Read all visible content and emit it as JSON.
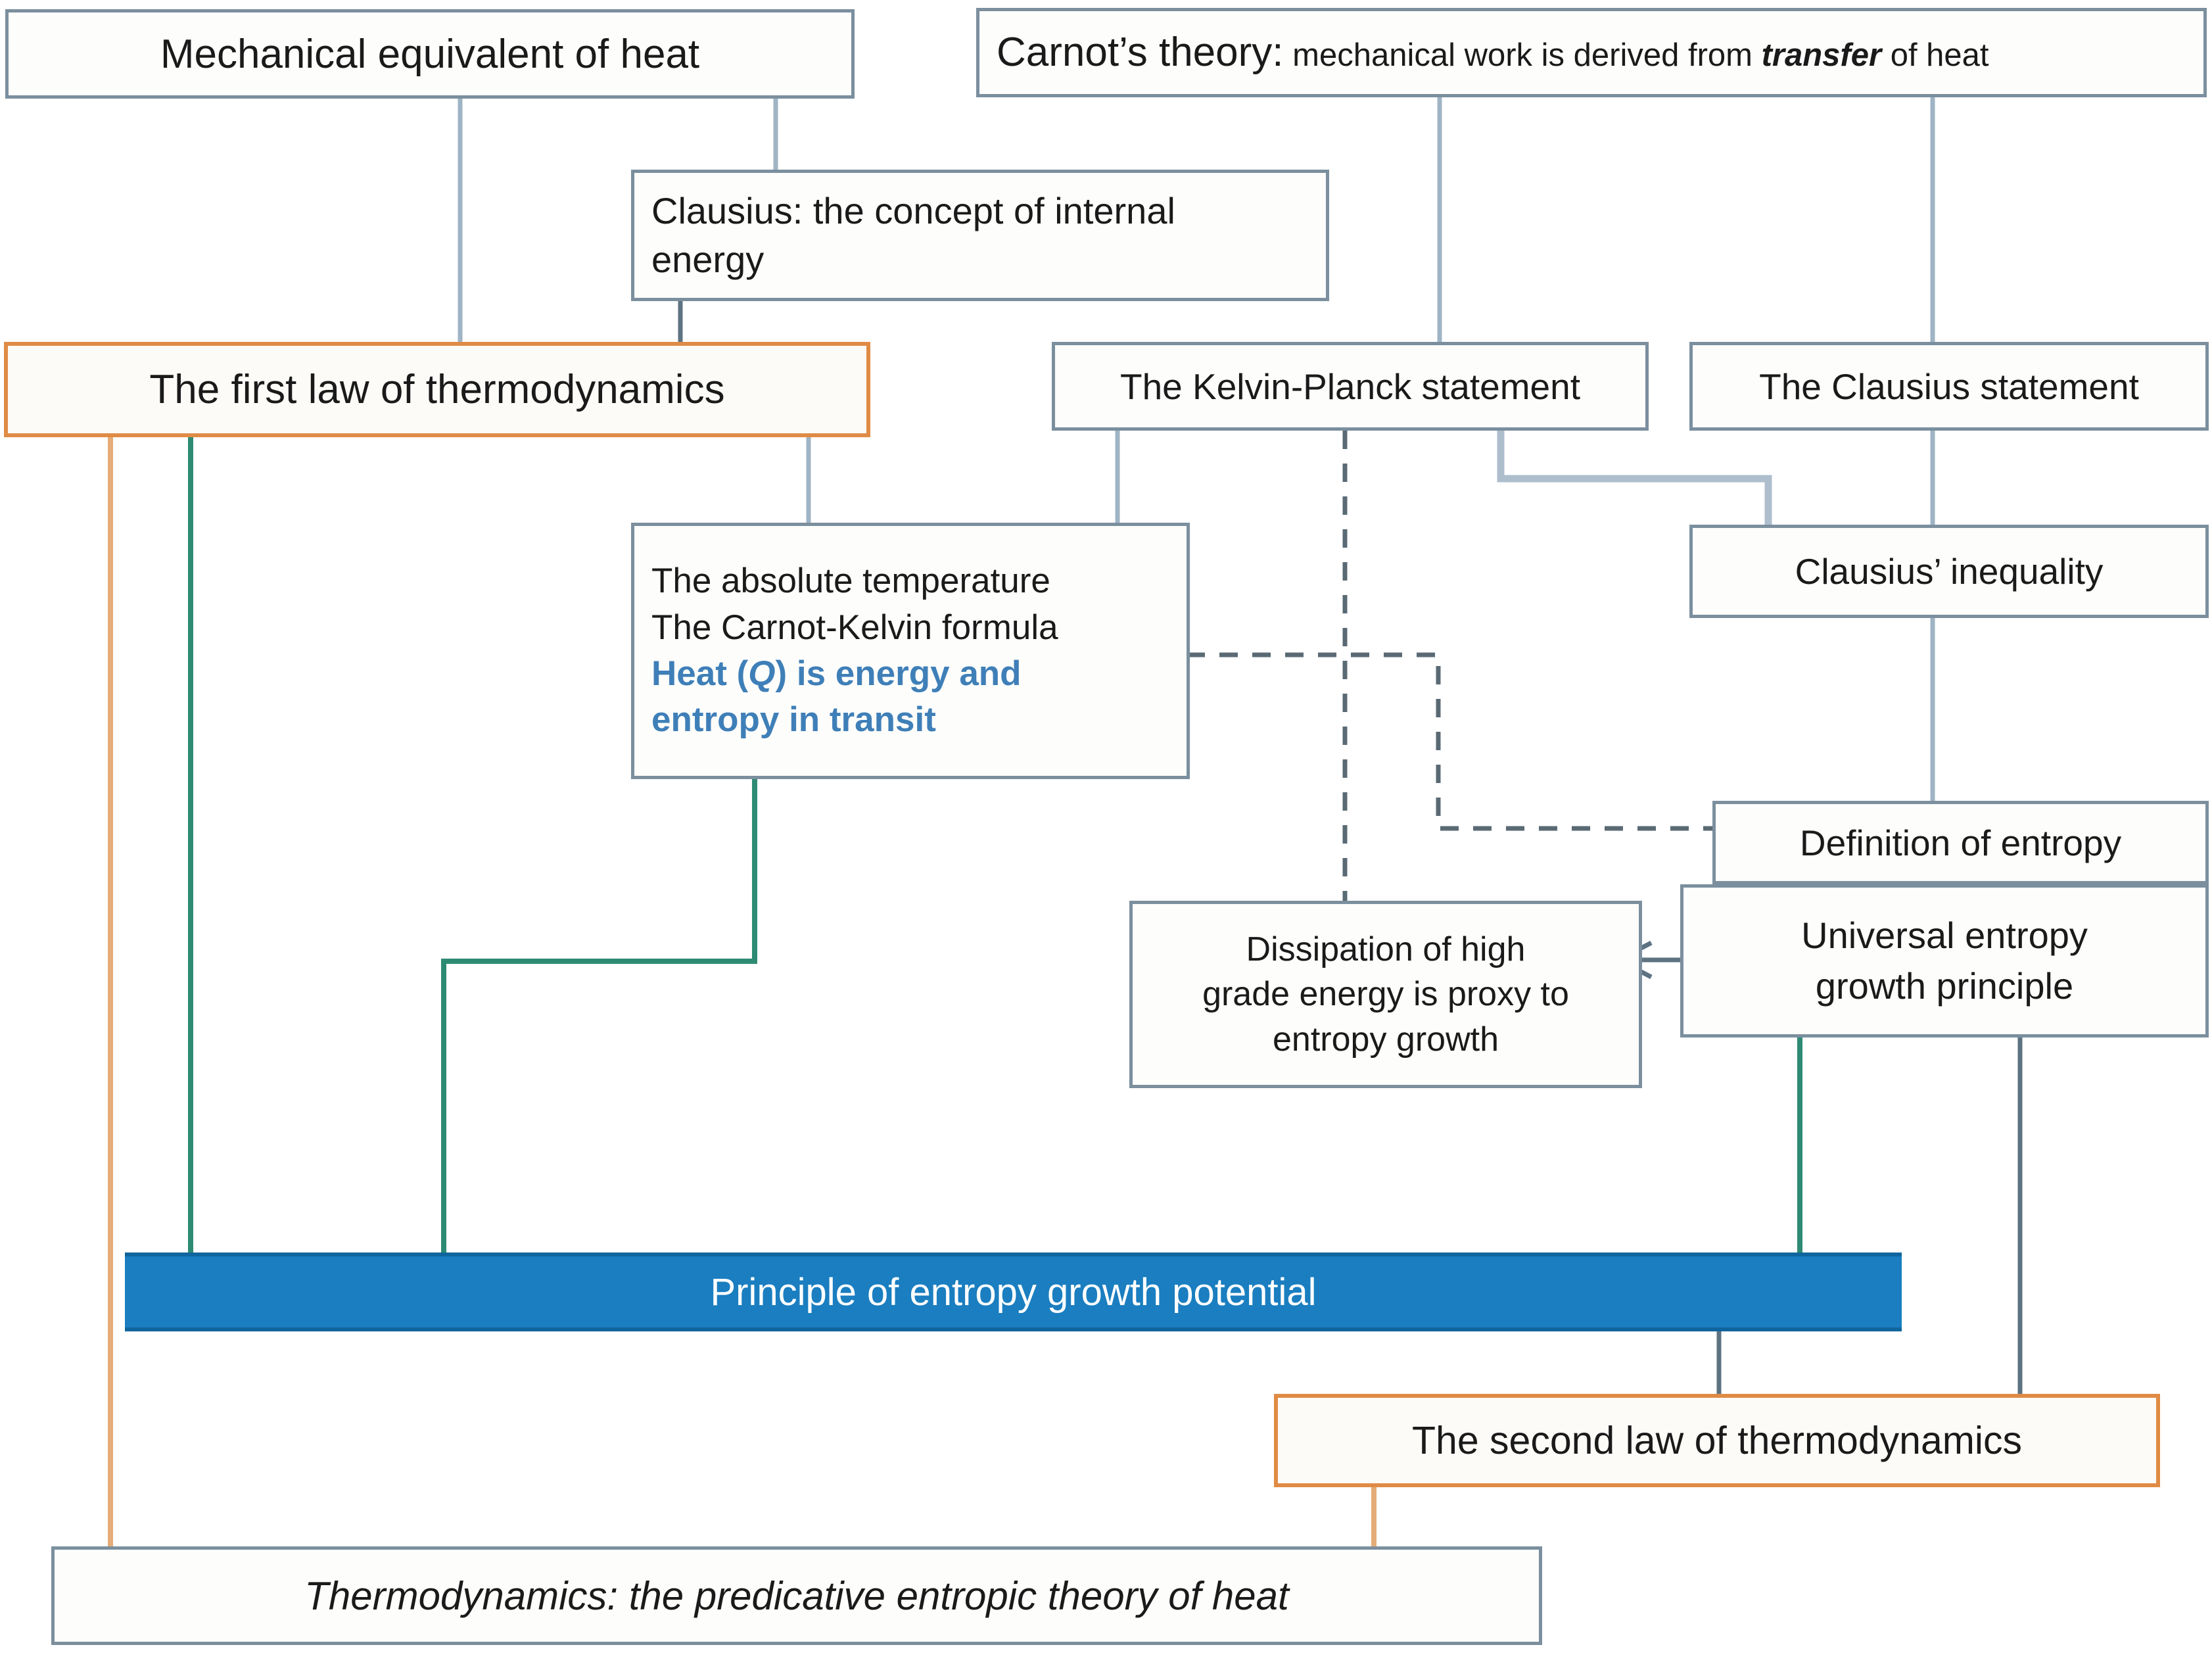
{
  "diagram": {
    "title_implicit": "Conceptual flow chart of classical thermodynamics",
    "colors": {
      "box_border": "#7b8f9e",
      "highlight_border": "#e08b45",
      "bar_fill": "#1a7ec0",
      "bar_text": "#ffffff",
      "accent_text": "#3f7fb8",
      "wire_gray": "#7b8f9e",
      "wire_light": "#aebecd",
      "wire_green": "#2e8b73",
      "wire_orange": "#e5ac78",
      "wire_dash": "#5a6a74"
    },
    "nodes": {
      "mechanical_equivalent": {
        "label": "Mechanical equivalent of heat"
      },
      "carnot_theory": {
        "label_lead": "Carnot’s theory:",
        "label_rest_before": " mechanical work is derived from ",
        "label_emphasis": "transfer",
        "label_rest_after": " of heat"
      },
      "clausius_internal_energy": {
        "line1": "Clausius: the concept of internal",
        "line2": "energy"
      },
      "first_law": {
        "label": "The first law of thermodynamics"
      },
      "kelvin_planck": {
        "label": "The Kelvin-Planck statement"
      },
      "clausius_statement": {
        "label": "The Clausius statement"
      },
      "absolute_temperature": {
        "line1": "The absolute temperature",
        "line2": "The Carnot-Kelvin formula",
        "line3_a": "Heat (",
        "line3_q": "Q",
        "line3_b": ") is energy and",
        "line4": "entropy in transit"
      },
      "clausius_inequality": {
        "label": "Clausius’ inequality"
      },
      "definition_of_entropy": {
        "label": "Definition of entropy"
      },
      "dissipation": {
        "line1": "Dissipation of high",
        "line2": "grade energy is proxy to",
        "line3": "entropy growth"
      },
      "universal_entropy_growth": {
        "line1": "Universal  entropy",
        "line2": "growth principle"
      },
      "entropy_growth_potential": {
        "label": "Principle of entropy growth potential"
      },
      "second_law": {
        "label": "The second law of thermodynamics"
      },
      "thermodynamics_theory": {
        "label": "Thermodynamics: the predicative entropic theory of heat"
      }
    }
  }
}
